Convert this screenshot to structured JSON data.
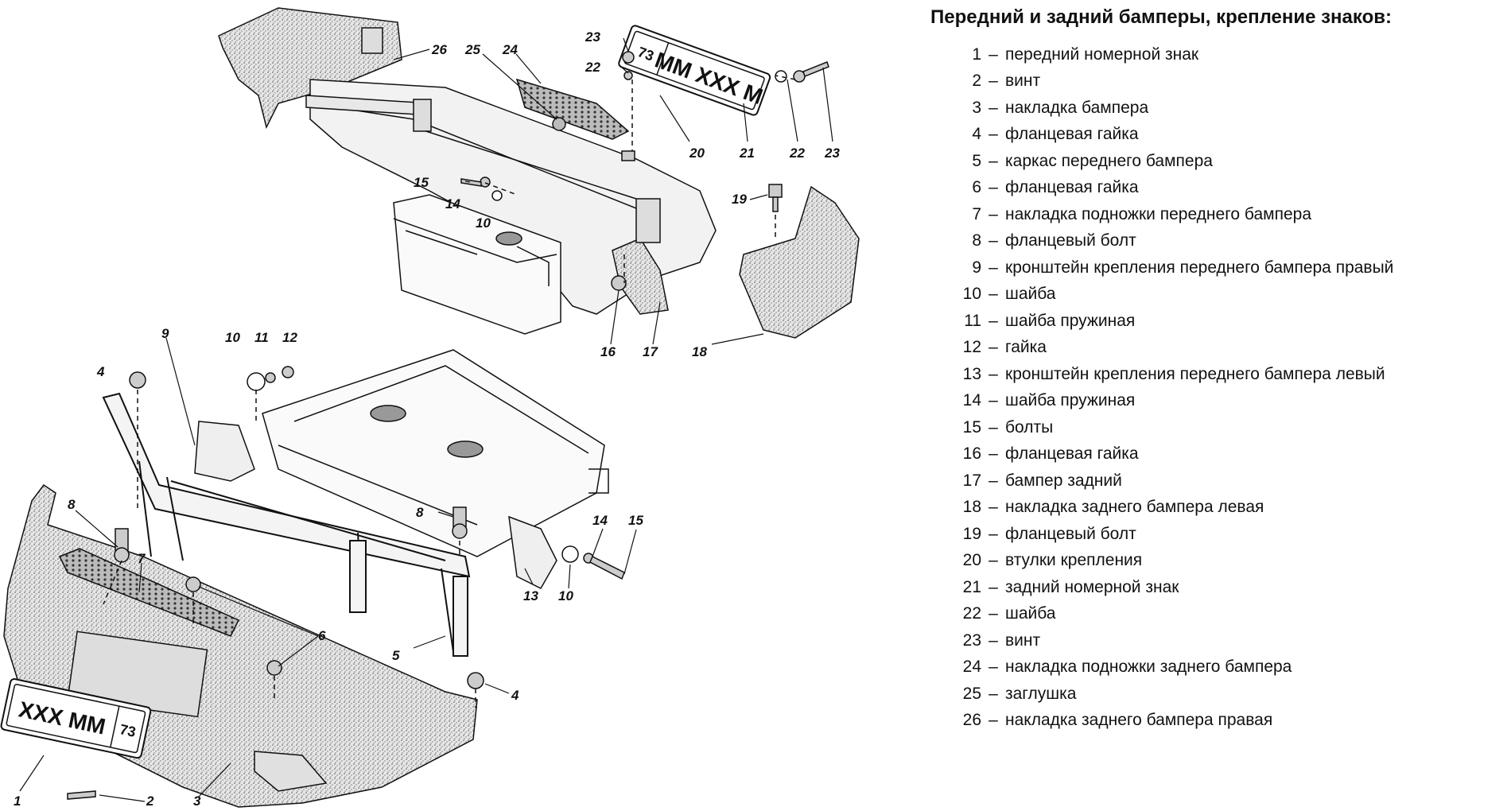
{
  "legend": {
    "title": "Передний и задний бамперы, крепление знаков:",
    "items": [
      {
        "num": "1",
        "text": "передний номерной знак"
      },
      {
        "num": "2",
        "text": "винт"
      },
      {
        "num": "3",
        "text": "накладка бампера"
      },
      {
        "num": "4",
        "text": "фланцевая гайка"
      },
      {
        "num": "5",
        "text": "каркас переднего бампера"
      },
      {
        "num": "6",
        "text": "фланцевая гайка"
      },
      {
        "num": "7",
        "text": "накладка подножки переднего бампера"
      },
      {
        "num": "8",
        "text": "фланцевый болт"
      },
      {
        "num": "9",
        "text": "кронштейн крепления переднего бампера правый"
      },
      {
        "num": "10",
        "text": "шайба"
      },
      {
        "num": "11",
        "text": "шайба пружиная"
      },
      {
        "num": "12",
        "text": "гайка"
      },
      {
        "num": "13",
        "text": "кронштейн крепления переднего бампера левый"
      },
      {
        "num": "14",
        "text": "шайба пружиная"
      },
      {
        "num": "15",
        "text": "болты"
      },
      {
        "num": "16",
        "text": "фланцевая гайка"
      },
      {
        "num": "17",
        "text": "бампер задний"
      },
      {
        "num": "18",
        "text": "накладка заднего бампера левая"
      },
      {
        "num": "19",
        "text": "фланцевый болт"
      },
      {
        "num": "20",
        "text": "втулки крепления"
      },
      {
        "num": "21",
        "text": "задний номерной знак"
      },
      {
        "num": "22",
        "text": "шайба"
      },
      {
        "num": "23",
        "text": "винт"
      },
      {
        "num": "24",
        "text": "накладка подножки заднего бампера"
      },
      {
        "num": "25",
        "text": "заглушка"
      },
      {
        "num": "26",
        "text": "накладка заднего бампера правая"
      }
    ]
  },
  "callouts": {
    "n1": "1",
    "n2": "2",
    "n3": "3",
    "n4": "4",
    "n5": "5",
    "n6": "6",
    "n7": "7",
    "n8": "8",
    "n9": "9",
    "n10": "10",
    "n11": "11",
    "n12": "12",
    "n13": "13",
    "n14": "14",
    "n15": "15",
    "n16": "16",
    "n17": "17",
    "n18": "18",
    "n19": "19",
    "n20": "20",
    "n21": "21",
    "n22": "22",
    "n23": "23",
    "n24": "24",
    "n25": "25",
    "n26": "26"
  },
  "plates": {
    "front": "XXX MM",
    "front_region": "73",
    "rear": "MM XXX M",
    "rear_region": "73"
  }
}
